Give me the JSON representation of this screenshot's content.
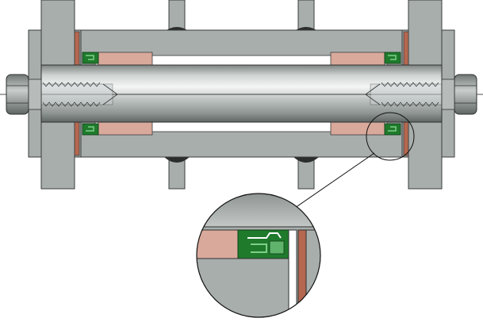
{
  "diagram": {
    "subject": "shaft-seal-assembly",
    "view": "cross-section",
    "detail_view": "magnified-seal"
  },
  "colors": {
    "background": "#ffffff",
    "plate": "#a8aeac",
    "plate_dark": "#8f9593",
    "plate_edge": "#3a3d3c",
    "bushing": "#d9a99b",
    "seal": "#1f7a2c",
    "seal_light": "#5fb36a",
    "washer": "#b5674f",
    "shaft_light": "#f2f4f3",
    "shaft_mid": "#c2c8c6",
    "shaft_dark": "#6c7371",
    "bolt": "#9aa09e",
    "line": "#111111"
  }
}
